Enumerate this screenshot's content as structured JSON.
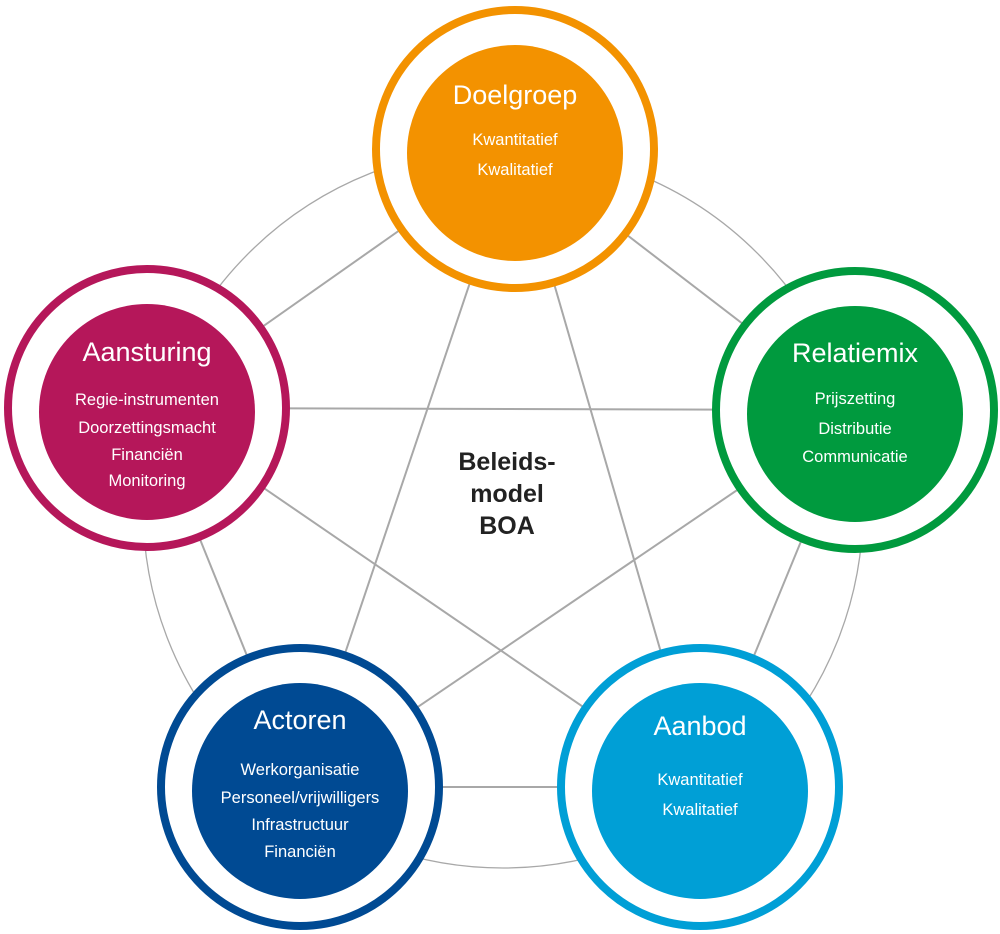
{
  "center_label": [
    "Beleids-",
    "model",
    "BOA"
  ],
  "line_color": "#a8a8a8",
  "nodes": [
    {
      "id": "doelgroep",
      "title": "Doelgroep",
      "items": [
        "Kwantitatief",
        "Kwalitatief"
      ],
      "color": "#f39200"
    },
    {
      "id": "relatiemix",
      "title": "Relatiemix",
      "items": [
        "Prijszetting",
        "Distributie",
        "Communicatie"
      ],
      "color": "#009a3e"
    },
    {
      "id": "aanbod",
      "title": "Aanbod",
      "items": [
        "Kwantitatief",
        "Kwalitatief"
      ],
      "color": "#009fd6"
    },
    {
      "id": "actoren",
      "title": "Actoren",
      "items": [
        "Werkorganisatie",
        "Personeel/vrijwilligers",
        "Infrastructuur",
        "Financiën"
      ],
      "color": "#004a93"
    },
    {
      "id": "aansturing",
      "title": "Aansturing",
      "items": [
        "Regie-instrumenten",
        "Doorzettingsmacht",
        "Financiën",
        "Monitoring"
      ],
      "color": "#b5175a"
    }
  ]
}
